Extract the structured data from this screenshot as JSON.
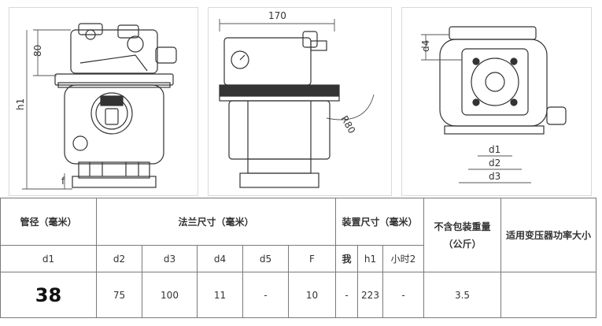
{
  "drawings": {
    "front": {
      "dim_height_top": "80",
      "dim_overall_height": "h1",
      "dim_small": "f"
    },
    "side": {
      "dim_width": "170",
      "dim_radius": "R80"
    },
    "top": {
      "dim_d4": "d4",
      "dim_d1": "d1",
      "dim_d2": "d2",
      "dim_d3": "d3"
    }
  },
  "table": {
    "header": {
      "pipe_size": "管径（毫米）",
      "flange_size": "法兰尺寸（毫米）",
      "device_size": "装置尺寸（毫米）",
      "weight": "不含包装重量（公斤）",
      "transformer": "适用变压器功率大小"
    },
    "subheader": {
      "d1": "d1",
      "d2": "d2",
      "d3": "d3",
      "d4": "d4",
      "d5": "d5",
      "F": "F",
      "i": "我",
      "h1": "h1",
      "h2": "小时2"
    },
    "row": {
      "d1": "38",
      "d2": "75",
      "d3": "100",
      "d4": "11",
      "d5": "-",
      "F": "10",
      "i": "-",
      "h1": "223",
      "h2": "-",
      "weight": "3.5",
      "transformer": ""
    }
  }
}
